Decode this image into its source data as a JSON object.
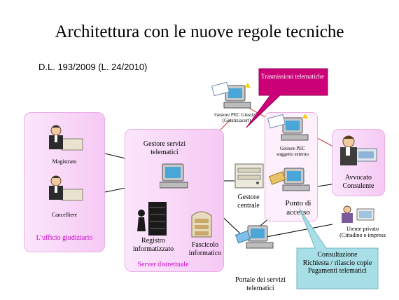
{
  "title": "Architettura con le nuove regole tecniche",
  "subtitle": "D.L. 193/2009 (L. 24/2010)",
  "callouts": {
    "trasmissioni": "Trasmissioni telematiche",
    "consultazione": [
      "Consultazione",
      "Richiesta / rilascio copie",
      "Pagamenti telematici"
    ]
  },
  "ufficio": {
    "label": "L’ufficio giudiziario",
    "magistrato": "Magistrato",
    "cancelliere": "Cancelliere"
  },
  "server": {
    "label": "Server distrettuale",
    "gestore_servizi": [
      "Gestore servizi",
      "telematici"
    ],
    "registro": [
      "Registro",
      "informatizzato"
    ],
    "fascicolo": [
      "Fascicolo",
      "informatico"
    ]
  },
  "gestore_pec_giustizia": [
    "Gestore PEC  Giustizia",
    "(Giustiziacert)"
  ],
  "gestore_pec_esterno": [
    "Gestore PEC",
    "soggetto esterno"
  ],
  "gestore_centrale": [
    "Gestore",
    "centrale"
  ],
  "punto_accesso": [
    "Punto di",
    "accesso"
  ],
  "avvocato": [
    "Avvocato",
    "Consulente"
  ],
  "utente_privato": [
    "Utente privato",
    "(Cittadino o impresa"
  ],
  "portale": [
    "Portale dei servizi",
    "telematici"
  ],
  "colors": {
    "pink_box": "#f6c9f4",
    "magenta_text": "#cc00cc",
    "callout_magenta": "#cc0077",
    "callout_teal": "#a8dfe6",
    "link_red": "#cc3333"
  }
}
